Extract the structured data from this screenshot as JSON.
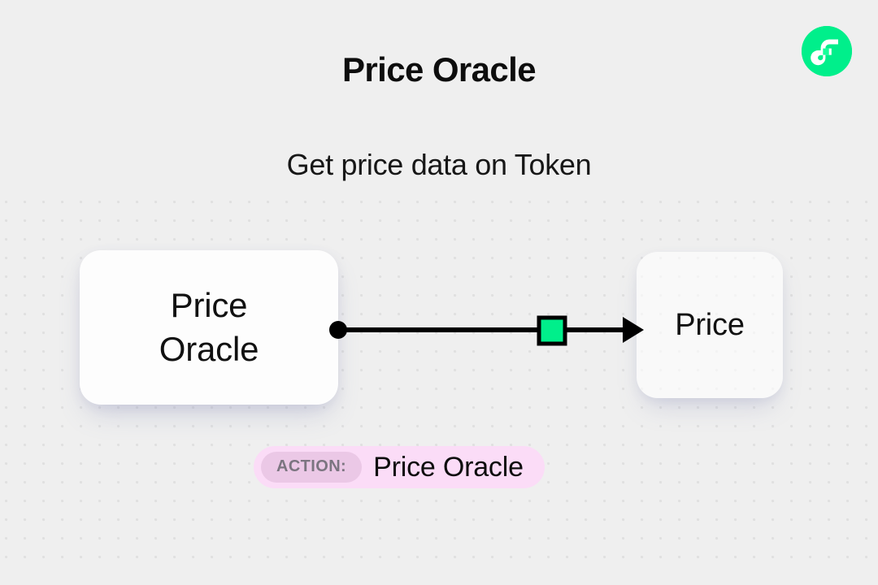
{
  "page": {
    "title": "Price Oracle",
    "subtitle": "Get price data on Token",
    "background_color": "#efefef"
  },
  "brand": {
    "logo_name": "flow-logo",
    "logo_color": "#00ef8b",
    "logo_mark_color": "#ffffff"
  },
  "diagram": {
    "type": "flow",
    "nodes": [
      {
        "id": "source",
        "label": "Price\nOracle",
        "role": "source",
        "background_color": "#fdfdfd"
      },
      {
        "id": "target",
        "label": "Price",
        "role": "output",
        "background_color": "#ffffff"
      }
    ],
    "edge": {
      "from": "source",
      "to": "target",
      "line_color": "#000000",
      "start_dot_color": "#000000",
      "marker_color": "#00ef8b",
      "marker_border_color": "#000000",
      "arrowhead": "solid-triangle"
    }
  },
  "action": {
    "chip_label": "ACTION:",
    "value": "Price Oracle",
    "badge_color": "#fbdcf7",
    "chip_color": "#ebc8e6",
    "chip_text_color": "#7b7580"
  }
}
